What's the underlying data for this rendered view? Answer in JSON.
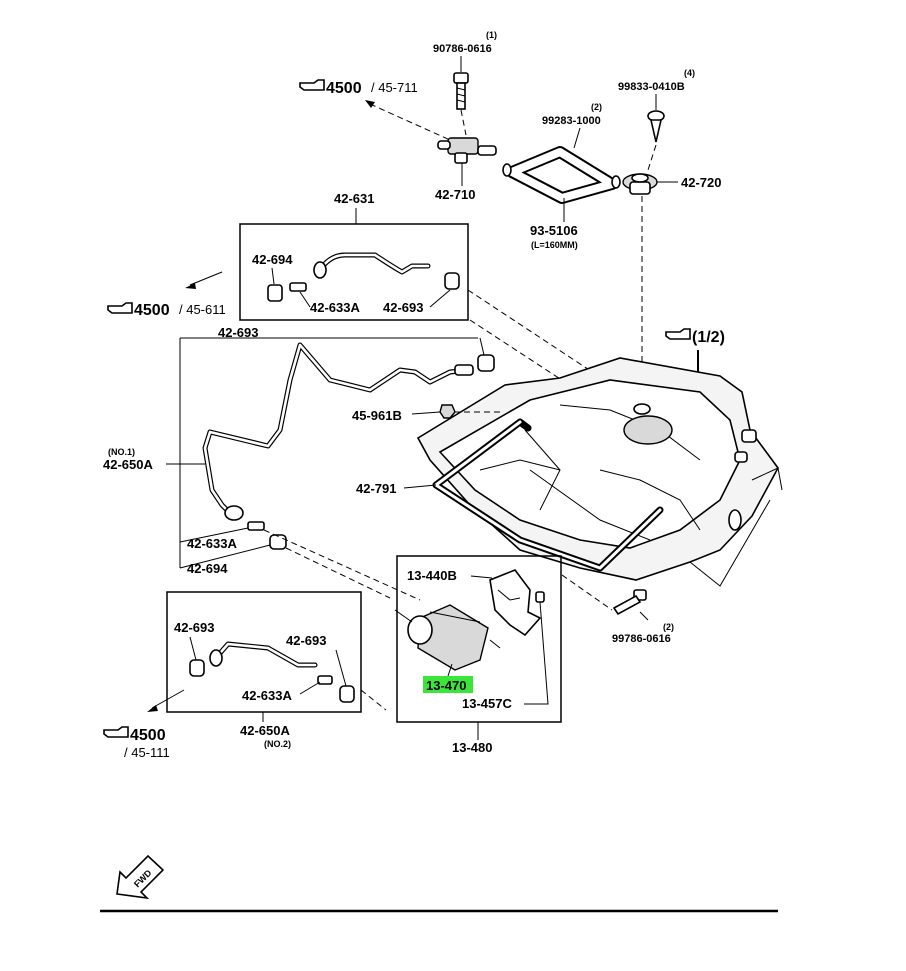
{
  "labels": {
    "bolt_top_qty": "(1)",
    "bolt_top_part": "90786-0616",
    "ref_top_main": "4500",
    "ref_top_sub": "/ 45-711",
    "hose_qty": "(2)",
    "hose_clip_part": "99283-1000",
    "screw_qty": "(4)",
    "screw_part": "99833-0410B",
    "valve_part": "42-710",
    "cap_part": "42-720",
    "hose_part": "93-5106",
    "hose_length": "(L=160MM)",
    "box1_title": "42-631",
    "box1_a": "42-694",
    "box1_b": "42-633A",
    "box1_c": "42-693",
    "ref_mid_main": "4500",
    "ref_mid_sub": "/ 45-611",
    "half_ref": "(1/2)",
    "main_693": "42-693",
    "clip_961": "45-961B",
    "no1": "(NO.1)",
    "pipe_650a": "42-650A",
    "strap_791": "42-791",
    "main_633a": "42-633A",
    "main_694": "42-694",
    "bracket_440b": "13-440B",
    "bolt_bot_qty": "(2)",
    "bolt_bot_part": "99786-0616",
    "filter_470": "13-470",
    "clamp_457c": "13-457C",
    "assy_480": "13-480",
    "box3_693a": "42-693",
    "box3_693b": "42-693",
    "box3_633a": "42-633A",
    "box3_650a": "42-650A",
    "no2": "(NO.2)",
    "ref_bot_main": "4500",
    "ref_bot_sub": "/ 45-111",
    "fwd": "FWD"
  },
  "colors": {
    "highlight": "#39e639",
    "ink": "#000000",
    "background": "#ffffff"
  },
  "icons": [
    "pointing-hand-icon",
    "fwd-arrow-icon"
  ]
}
